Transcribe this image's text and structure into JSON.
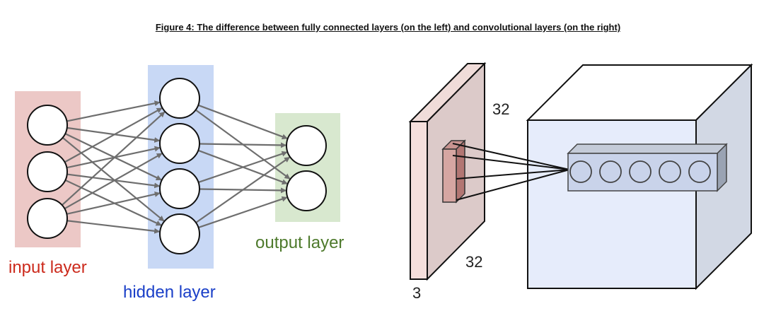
{
  "caption": "Figure 4: The difference between fully connected layers (on the left) and convolutional layers (on the right)",
  "fully_connected": {
    "input_label": "input layer",
    "hidden_label": "hidden layer",
    "output_label": "output layer",
    "input_neurons": 3,
    "hidden_neurons": 4,
    "output_neurons": 2,
    "colors": {
      "input_band": "#ecc8c6",
      "hidden_band": "#c8d8f5",
      "output_band": "#d8e8cf",
      "input_text": "#cc2a1c",
      "hidden_text": "#1a3fc8",
      "output_text": "#4e7a2c",
      "edge": "#6e6e6e"
    }
  },
  "convolutional": {
    "input_width_label": "32",
    "input_height_label": "32",
    "input_depth_label": "3",
    "neurons_in_column": 5,
    "colors": {
      "input_face": "#dccac9",
      "input_side": "#f5dfdc",
      "volume_face": "#e6ecfb",
      "volume_side": "#d2d8e4"
    }
  }
}
